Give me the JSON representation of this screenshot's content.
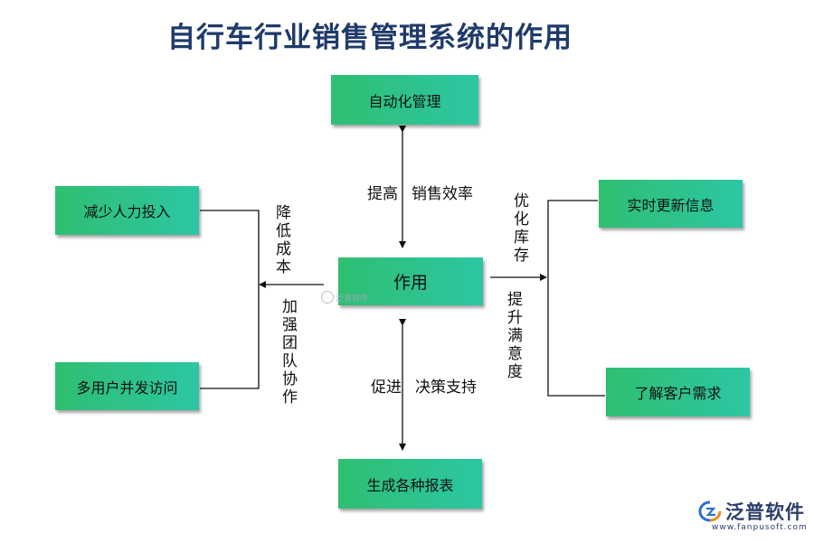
{
  "title": "自行车行业销售管理系统的作用",
  "nodes": {
    "center": "作用",
    "top": "自动化管理",
    "bottom": "生成各种报表",
    "left_top": "减少人力投入",
    "left_bottom": "多用户并发访问",
    "right_top": "实时更新信息",
    "right_bottom": "了解客户需求"
  },
  "edge_labels": {
    "up_a": "提高",
    "up_b": "销售效率",
    "down_a": "促进",
    "down_b": "决策支持",
    "left_1": "降低成本",
    "left_2": "加强团队协作",
    "right_1": "优化库存",
    "right_2": "提升满意度"
  },
  "watermark": "泛普软件",
  "logo": {
    "name": "泛普软件",
    "url": "www.fanpusoft.com"
  }
}
